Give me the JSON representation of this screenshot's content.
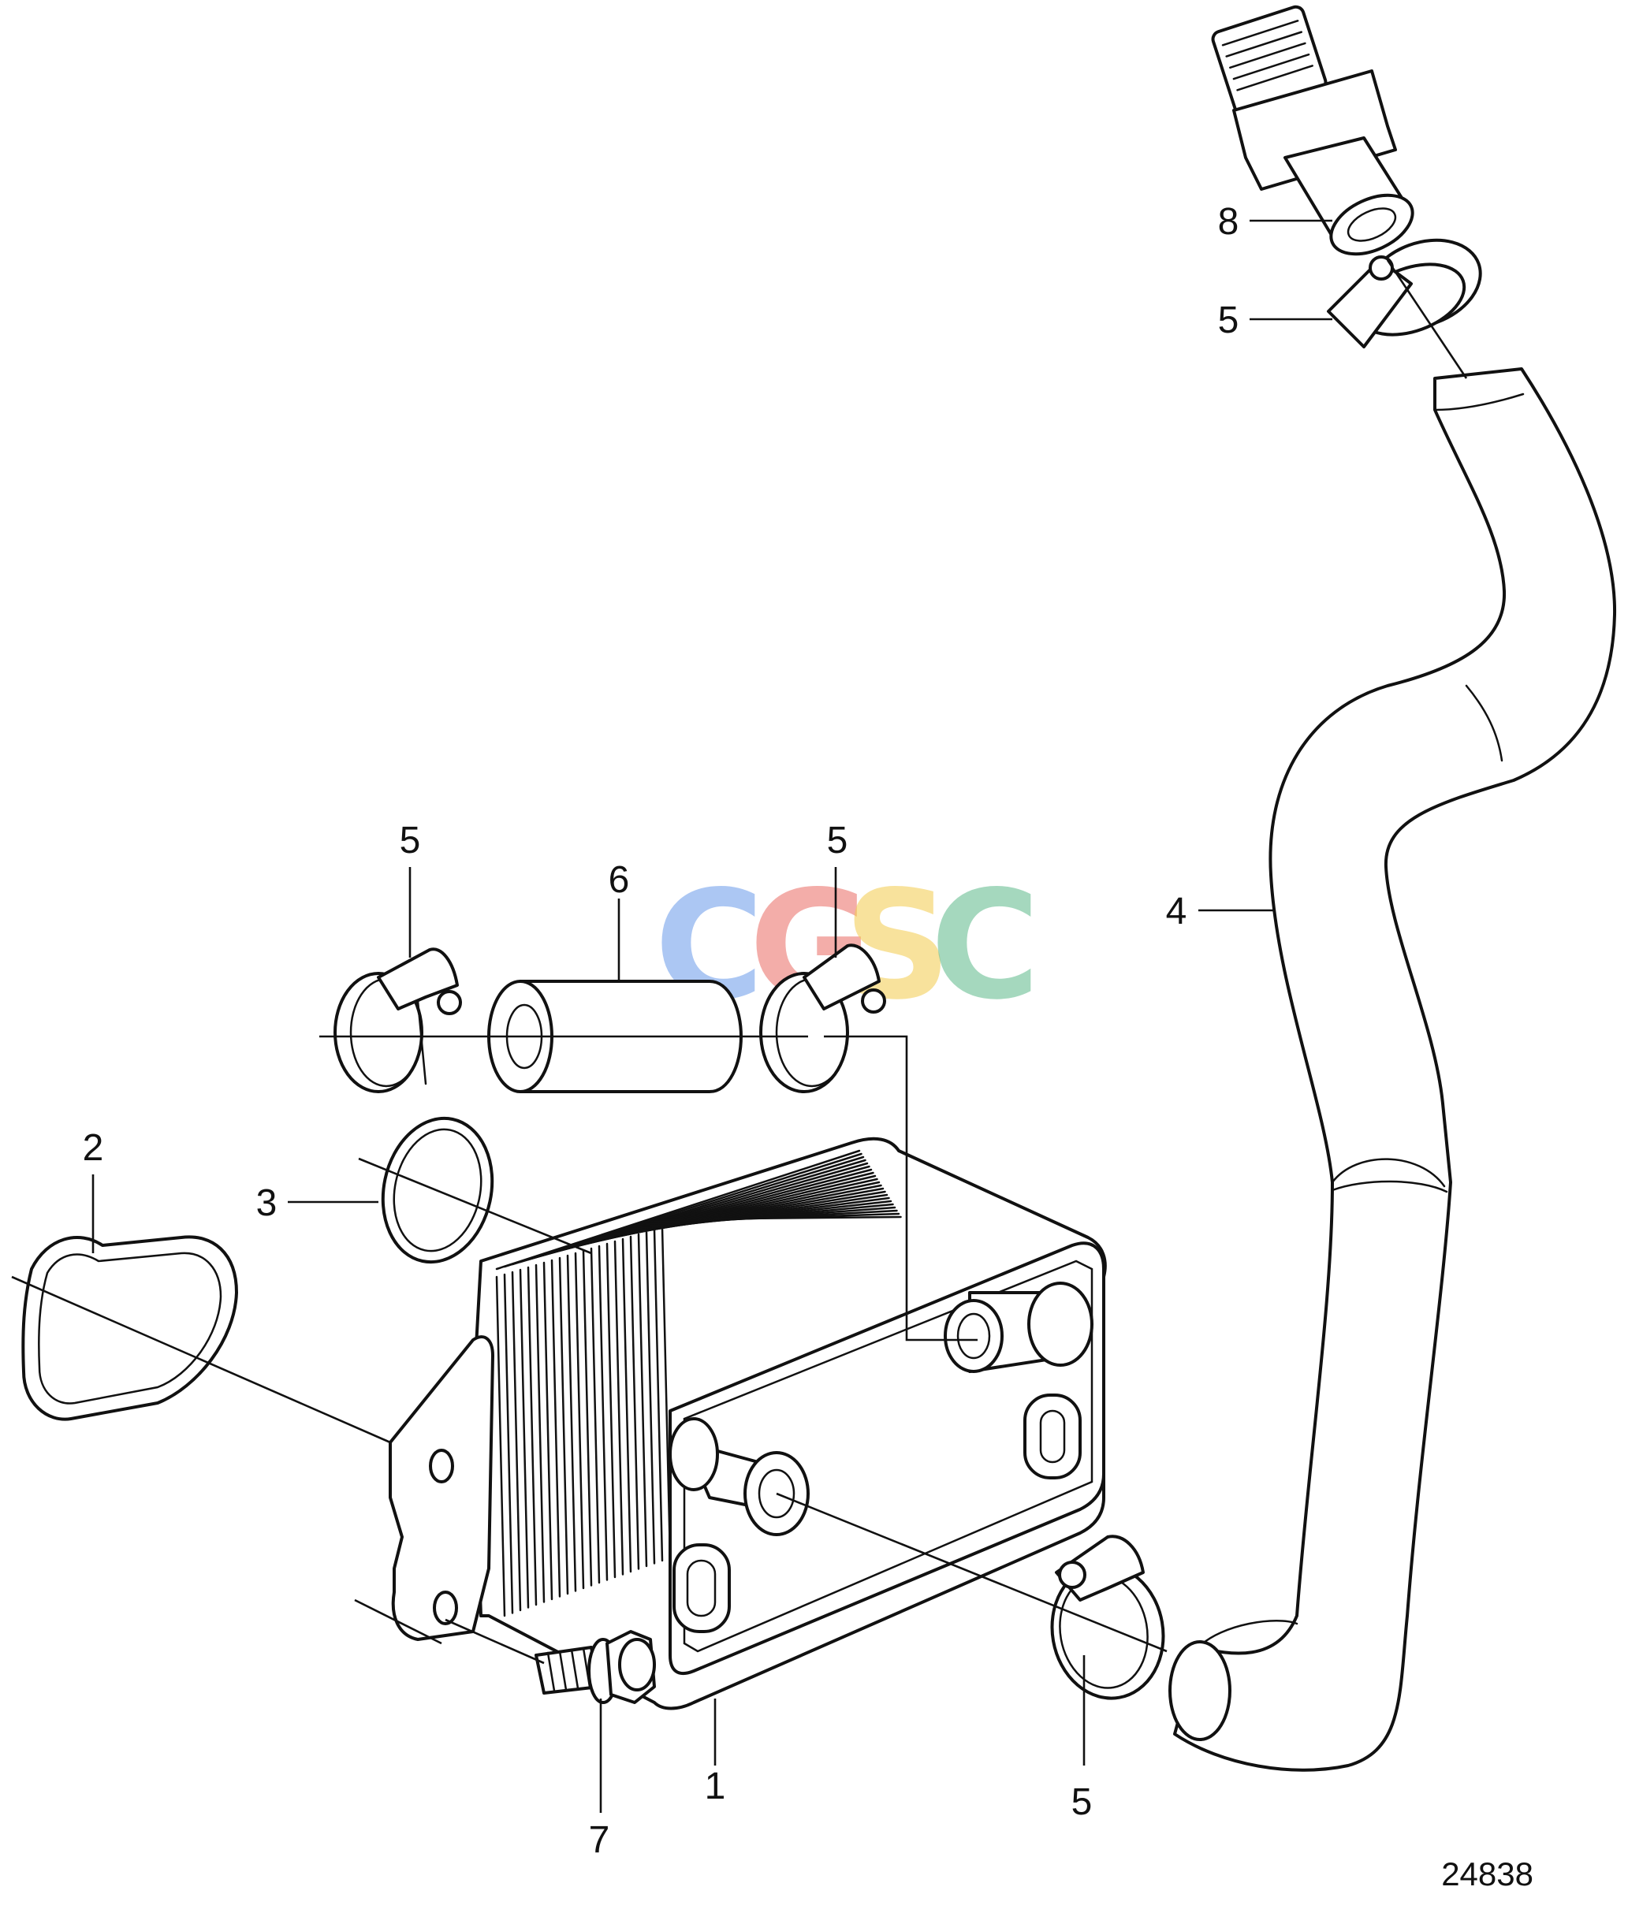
{
  "callouts": {
    "c1": "1",
    "c2": "2",
    "c3": "3",
    "c4": "4",
    "c5a": "5",
    "c5b": "5",
    "c5c": "5",
    "c5d": "5",
    "c6": "6",
    "c7": "7",
    "c8": "8"
  },
  "figure_number": "24838",
  "watermark": {
    "letters": [
      "C",
      "G",
      "S",
      "C"
    ],
    "colors": [
      "#6a9bea",
      "#ea6b63",
      "#f3cc4d",
      "#5dba8a"
    ]
  },
  "part_icons": {
    "oil_cooler": "oil-cooler-icon",
    "gasket_large": "gasket-icon",
    "o_ring": "o-ring-icon",
    "coolant_hose": "hose-icon",
    "hose_clamp": "hose-clamp-icon",
    "short_hose": "short-hose-icon",
    "flange_screw": "flange-screw-icon",
    "nipple": "nipple-icon"
  }
}
